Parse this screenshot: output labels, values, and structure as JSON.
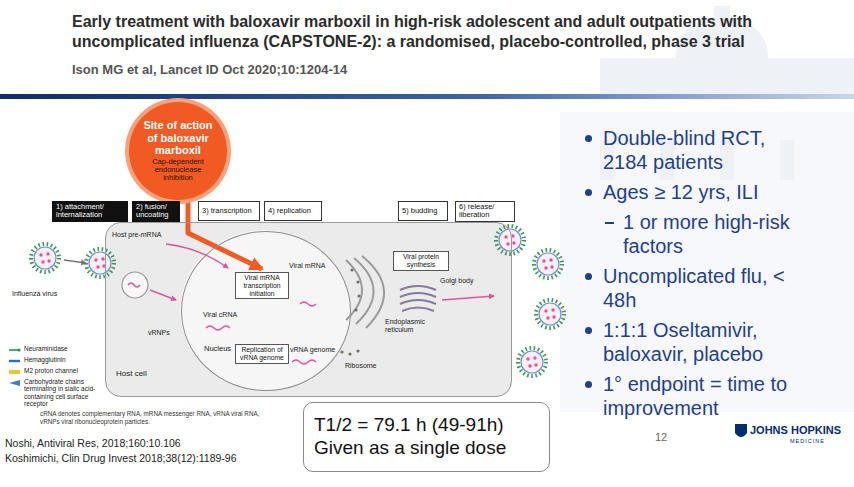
{
  "diagram": {
    "title": "Early treatment with baloxavir marboxil in high-risk adolescent and adult outpatients with uncomplicated influenza (CAPSTONE-2): a randomised, placebo-controlled, phase 3 trial",
    "nodes": [
      {
        "text": [
          "Site of action of baloxavir marboxil",
          "Cap-dependent endonuclease inhibition"
        ]
      },
      {
        "text": [
          "1) attachment/ internalization"
        ]
      },
      {
        "text": [
          "2) fusion/ uncoating"
        ]
      },
      {
        "text": [
          "3) transcription"
        ]
      },
      {
        "text": [
          "4) replication"
        ]
      },
      {
        "text": [
          "5) budding"
        ]
      },
      {
        "text": [
          "6) release/ liberation"
        ]
      },
      {
        "text": [
          "Host cell"
        ]
      },
      {
        "text": [
          "Nucleus"
        ],
        "in": 7
      },
      {
        "text": [
          "Viral mRNA transcription initiation"
        ],
        "in": 8
      },
      {
        "text": [
          "Replication of vRNA genome"
        ],
        "in": 8
      },
      {
        "text": [
          "Viral protein synthesis"
        ],
        "in": 7
      },
      {
        "text": [
          "T1/2 = 79.1 h (49-91h)",
          "Given as a single dose"
        ]
      }
    ],
    "edges": [
      {
        "from": 0,
        "to": 9,
        "arrow": "to"
      }
    ],
    "labels": [
      "Ison MG et al, Lancet ID Oct 2020;10:1204-14",
      "Double-blind RCT, 2184 patients",
      "Ages ≥ 12 yrs, ILI",
      "1 or more high-risk factors",
      "Uncomplicated flu, < 48h",
      "1:1:1 Oseltamivir, baloxavir, placebo",
      "1° endpoint = time to improvement",
      "Host pre-mRNA",
      "Viral mRNA",
      "Viral cRNA",
      "vRNPs",
      "vRNA genome",
      "Ribosome",
      "Endoplasmic reticulum",
      "Golgi body",
      "Influenza virus",
      "cRNA denotes complementary RNA, mRNA messenger RNA, vRNA viral RNA, vRNPs viral ribonucleoprotein particles.",
      "Noshi, Antiviral Res, 2018;160:10.106",
      "Koshimichi, Clin Drug Invest 2018;38(12):1189-96",
      "12",
      "JOHNS HOPKINS",
      "MEDICINE"
    ],
    "legend": [
      {
        "text": "Neuraminidase"
      },
      {
        "text": "Hemagglutinin"
      },
      {
        "text": "M2 proton channel"
      },
      {
        "text": "Carbohydrate chains terminating in sialic acid-containing cell surface receptor"
      }
    ]
  }
}
